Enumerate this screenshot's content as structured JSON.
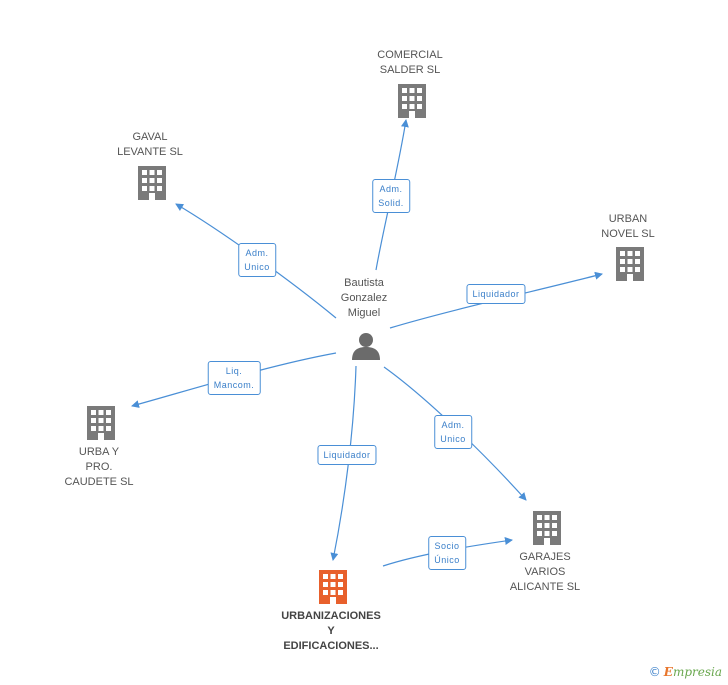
{
  "center": {
    "label": "Bautista\nGonzalez\nMiguel",
    "icon": "person-icon"
  },
  "companies": [
    {
      "id": "comercial",
      "label": "COMERCIAL\nSALDER SL",
      "icon": "building-icon",
      "main": false
    },
    {
      "id": "gaval",
      "label": "GAVAL\nLEVANTE SL",
      "icon": "building-icon",
      "main": false
    },
    {
      "id": "urban",
      "label": "URBAN\nNOVEL SL",
      "icon": "building-icon",
      "main": false
    },
    {
      "id": "urba",
      "label": "URBA Y\nPRO.\nCAUDETE SL",
      "icon": "building-icon",
      "main": false
    },
    {
      "id": "garajes",
      "label": "GARAJES\nVARIOS\nALICANTE SL",
      "icon": "building-icon",
      "main": false
    },
    {
      "id": "urbanizaciones",
      "label": "URBANIZACIONES\nY\nEDIFICACIONES...",
      "icon": "building-icon",
      "main": true
    }
  ],
  "edges": [
    {
      "from": "center",
      "to": "comercial",
      "label": "Adm.\nSolid."
    },
    {
      "from": "center",
      "to": "gaval",
      "label": "Adm.\nUnico"
    },
    {
      "from": "center",
      "to": "urban",
      "label": "Liquidador"
    },
    {
      "from": "center",
      "to": "urba",
      "label": "Liq.\nMancom."
    },
    {
      "from": "center",
      "to": "urbanizaciones",
      "label": "Liquidador"
    },
    {
      "from": "center",
      "to": "garajes",
      "label": "Adm.\nUnico"
    },
    {
      "from": "urbanizaciones",
      "to": "garajes",
      "label": "Socio\nÚnico"
    }
  ],
  "colors": {
    "edge": "#4a8fd6",
    "building": "#7a7a7a",
    "main_building": "#e8602c",
    "person": "#6b6b6b"
  },
  "watermark": {
    "copyright": "©",
    "brand_initial": "E",
    "brand_rest": "mpresia"
  }
}
